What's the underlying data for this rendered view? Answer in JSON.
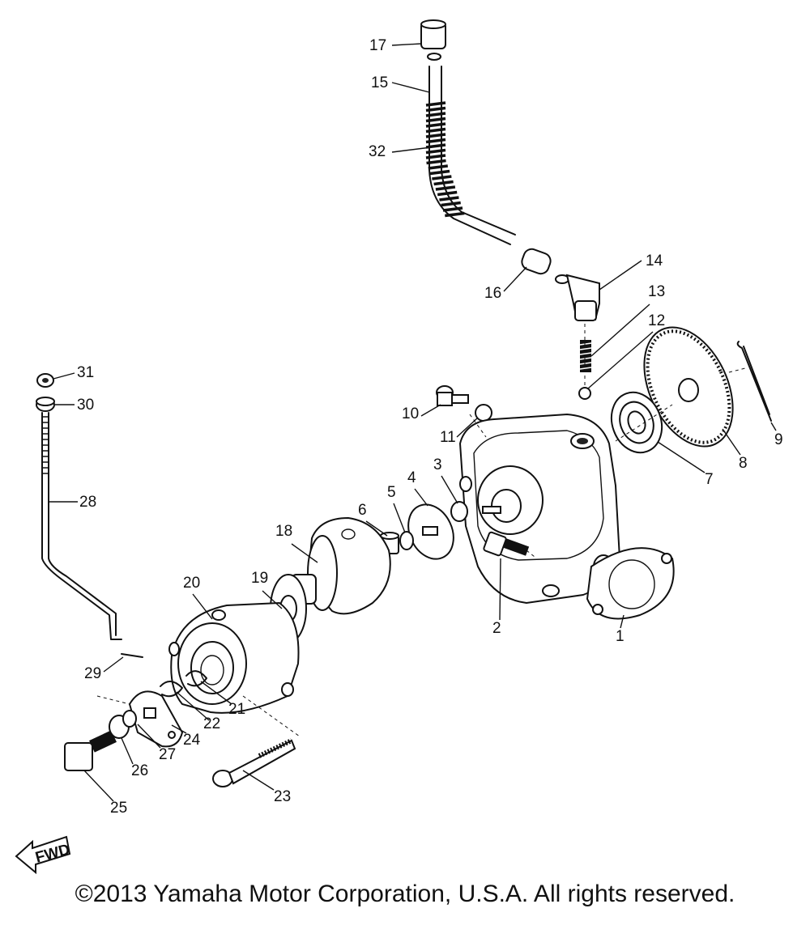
{
  "diagram": {
    "callouts": [
      {
        "id": "1",
        "label": "1"
      },
      {
        "id": "2",
        "label": "2"
      },
      {
        "id": "3",
        "label": "3"
      },
      {
        "id": "4",
        "label": "4"
      },
      {
        "id": "5",
        "label": "5"
      },
      {
        "id": "6",
        "label": "6"
      },
      {
        "id": "7",
        "label": "7"
      },
      {
        "id": "8",
        "label": "8"
      },
      {
        "id": "9",
        "label": "9"
      },
      {
        "id": "10",
        "label": "10"
      },
      {
        "id": "11",
        "label": "11"
      },
      {
        "id": "12",
        "label": "12"
      },
      {
        "id": "13",
        "label": "13"
      },
      {
        "id": "14",
        "label": "14"
      },
      {
        "id": "15",
        "label": "15"
      },
      {
        "id": "16",
        "label": "16"
      },
      {
        "id": "17",
        "label": "17"
      },
      {
        "id": "18",
        "label": "18"
      },
      {
        "id": "19",
        "label": "19"
      },
      {
        "id": "20",
        "label": "20"
      },
      {
        "id": "21",
        "label": "21"
      },
      {
        "id": "22",
        "label": "22"
      },
      {
        "id": "23",
        "label": "23"
      },
      {
        "id": "24",
        "label": "24"
      },
      {
        "id": "25",
        "label": "25"
      },
      {
        "id": "26",
        "label": "26"
      },
      {
        "id": "27",
        "label": "27"
      },
      {
        "id": "28",
        "label": "28"
      },
      {
        "id": "29",
        "label": "29"
      },
      {
        "id": "30",
        "label": "30"
      },
      {
        "id": "31",
        "label": "31"
      },
      {
        "id": "32",
        "label": "32"
      }
    ],
    "fwd_label": "FWD"
  },
  "footer": {
    "copyright": "©2013 Yamaha Motor Corporation, U.S.A. All rights reserved."
  }
}
